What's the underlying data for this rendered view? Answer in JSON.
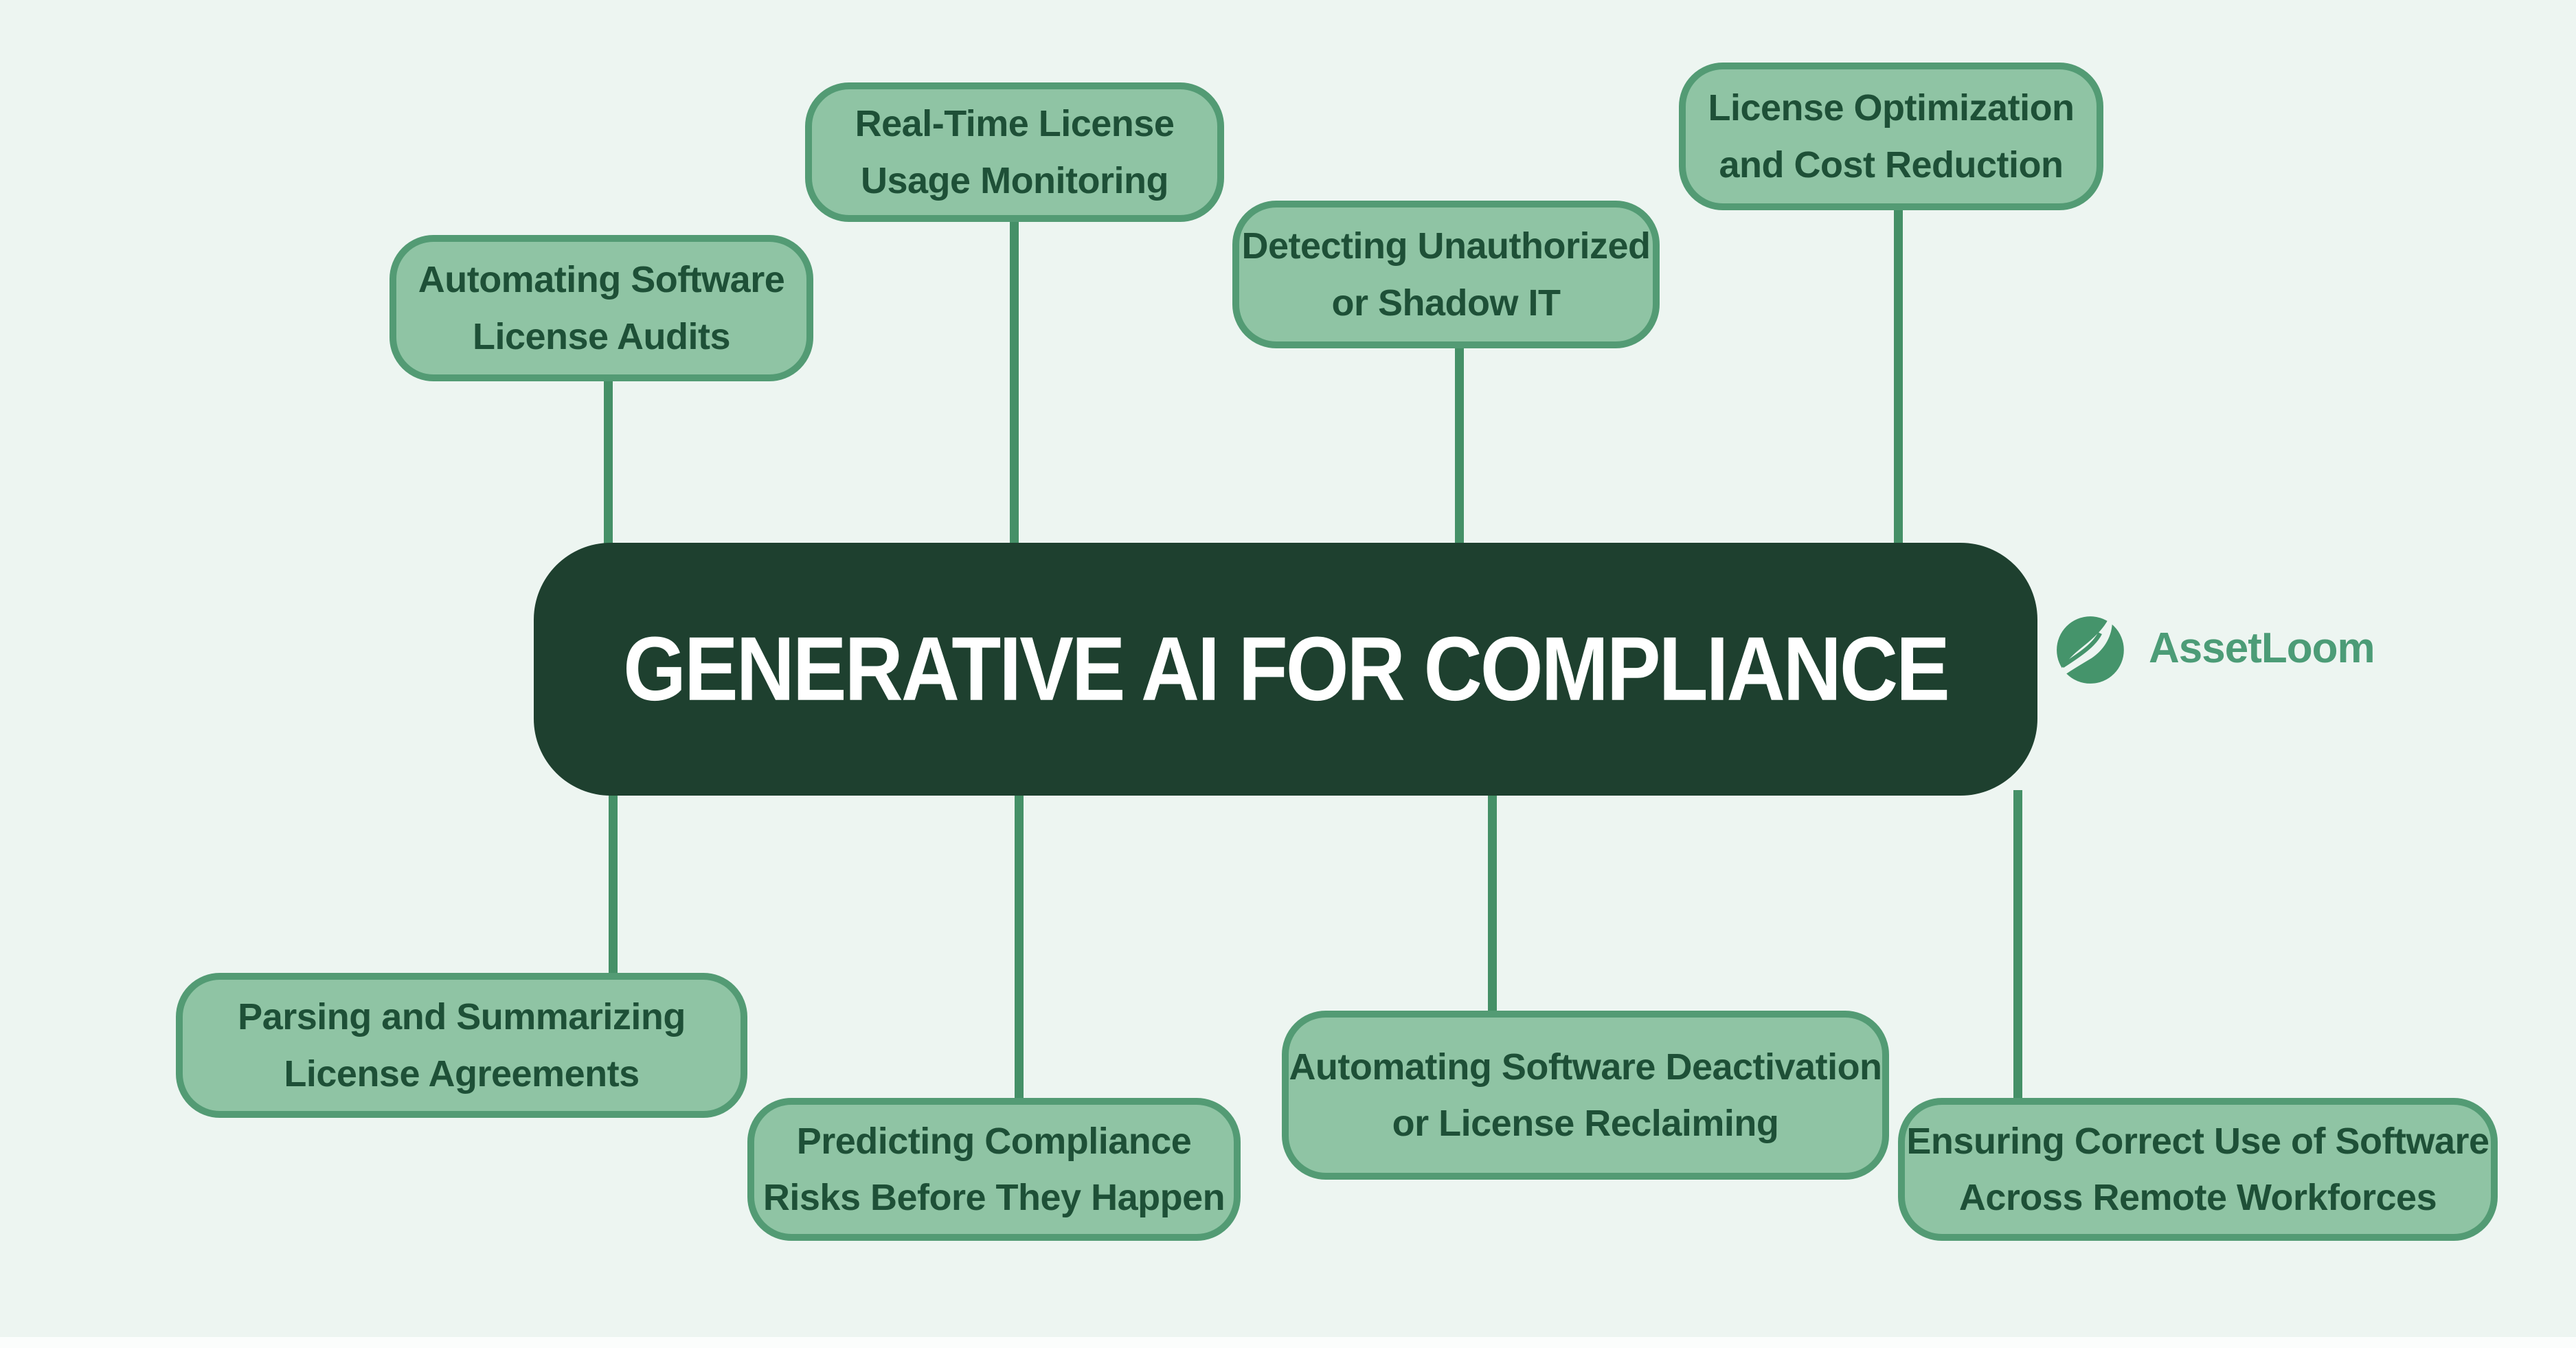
{
  "page": {
    "background_color": "#edf5f1",
    "line_color": "#459067",
    "node_fill_color": "#8fc4a4",
    "node_border_color": "#539b74",
    "node_text_color": "#1e5037",
    "center_box_color": "#1e402f",
    "center_text_color": "#ffffff"
  },
  "center": {
    "title": "GENERATIVE AI FOR COMPLIANCE"
  },
  "logo": {
    "name": "AssetLoom",
    "icon": "leaf-icon",
    "text_color": "#4c9c77",
    "icon_color": "#45946b"
  },
  "nodes": [
    {
      "id": "automating-software-license-audits",
      "lines": [
        "Automating Software",
        "License Audits"
      ]
    },
    {
      "id": "real-time-license-usage-monitoring",
      "lines": [
        "Real-Time License",
        "Usage Monitoring"
      ]
    },
    {
      "id": "detecting-unauthorized-or-shadow-it",
      "lines": [
        "Detecting Unauthorized",
        "or Shadow IT"
      ]
    },
    {
      "id": "license-optimization-and-cost-reduction",
      "lines": [
        "License Optimization",
        "and Cost Reduction"
      ]
    },
    {
      "id": "parsing-and-summarizing-license-agreements",
      "lines": [
        "Parsing and Summarizing",
        "License Agreements"
      ]
    },
    {
      "id": "predicting-compliance-risks-before-they-happen",
      "lines": [
        "Predicting Compliance",
        "Risks Before They Happen"
      ]
    },
    {
      "id": "automating-software-deactivation-or-license-reclaiming",
      "lines": [
        "Automating Software Deactivation",
        "or License Reclaiming"
      ]
    },
    {
      "id": "ensuring-correct-use-of-software-across-remote-workforces",
      "lines": [
        "Ensuring Correct Use of Software",
        "Across Remote Workforces"
      ]
    }
  ]
}
